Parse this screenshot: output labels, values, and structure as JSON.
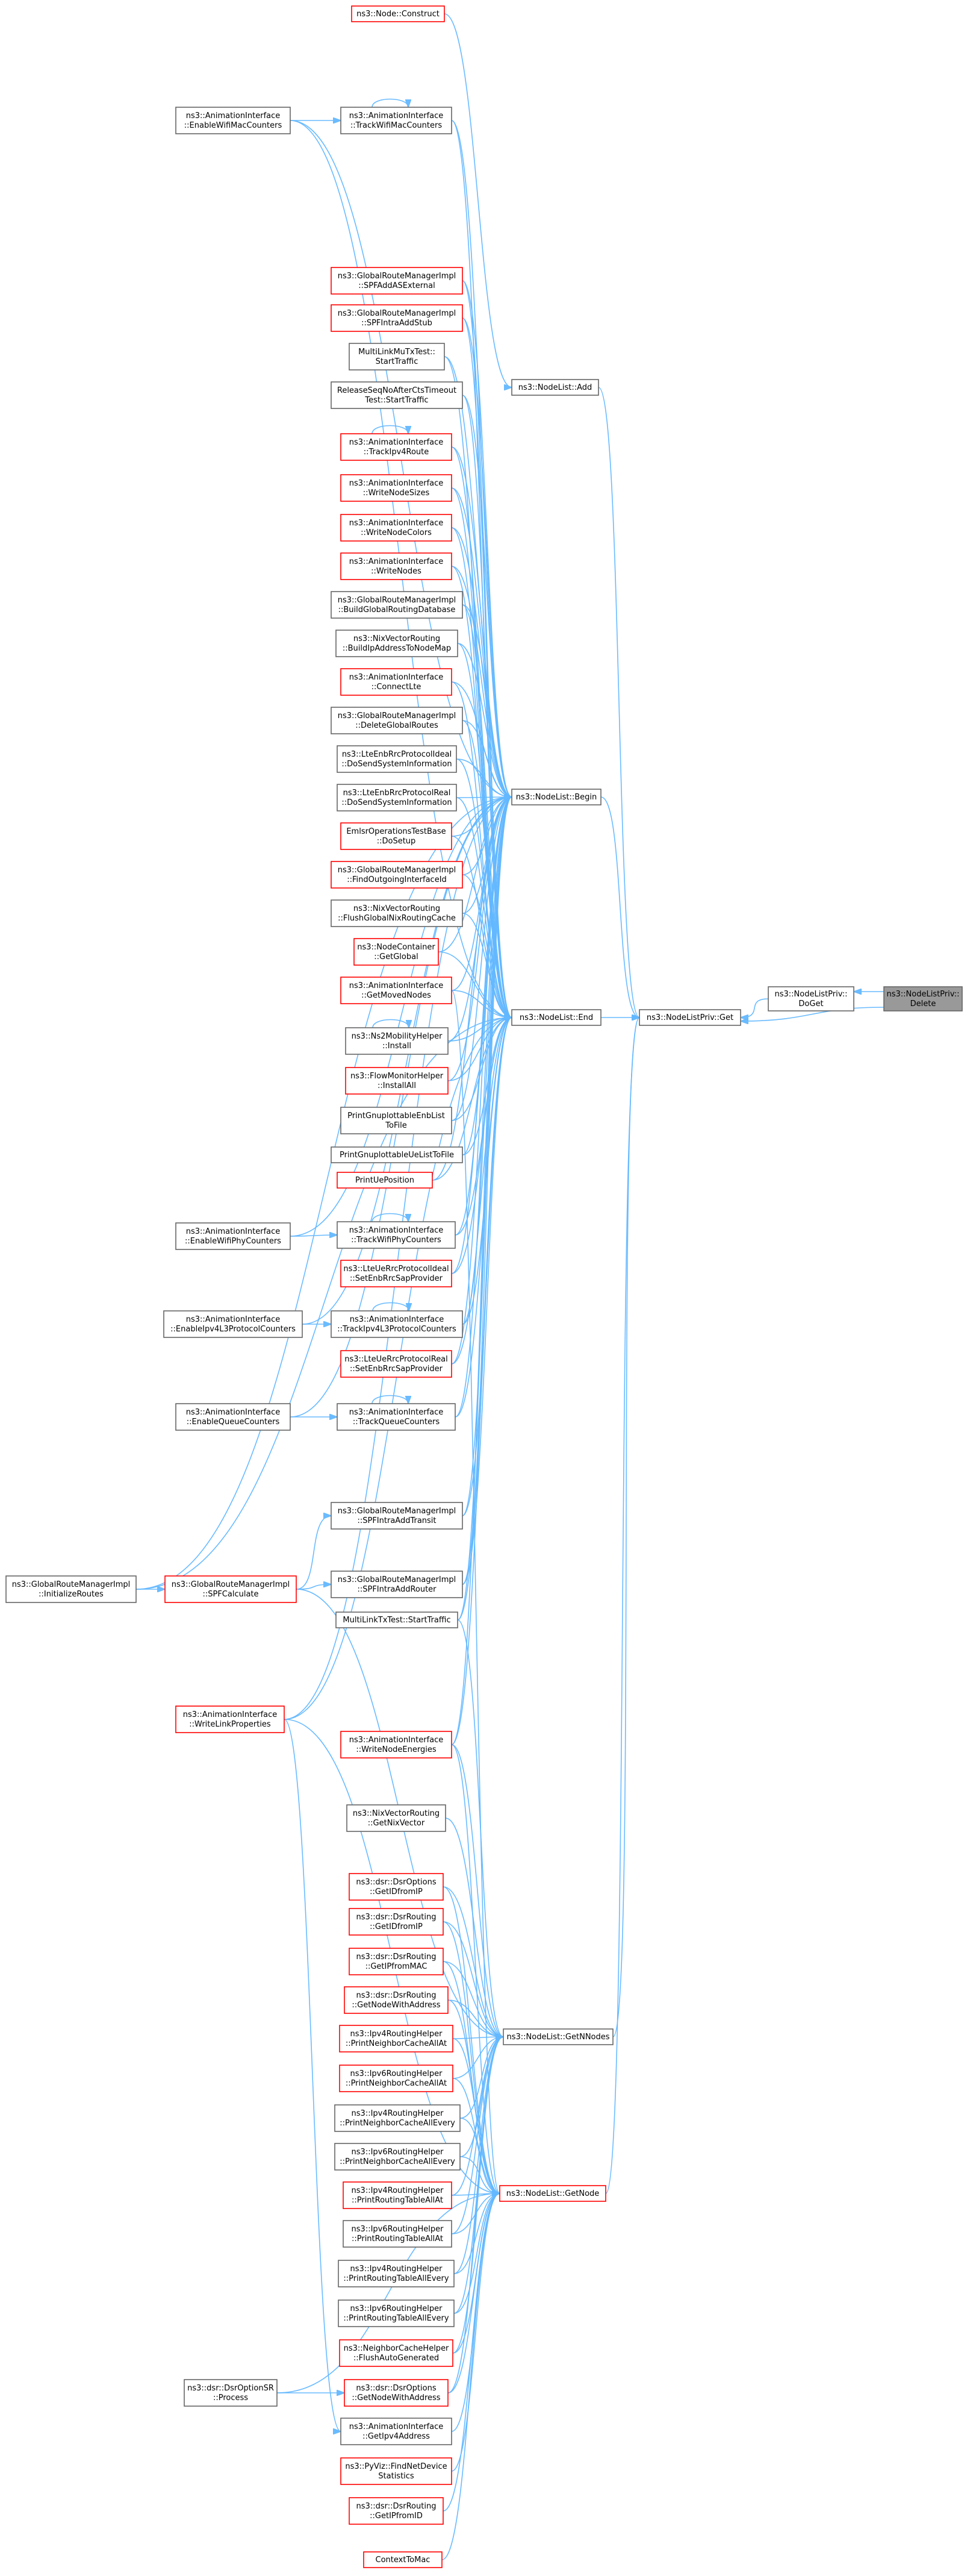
{
  "colors": {
    "edge": "#63b8ff",
    "border_gray": "#666666",
    "border_red": "#ff0000",
    "fill_gray": "#999999",
    "fill_white": "#ffffff"
  },
  "nodes": [
    {
      "id": "n_construct",
      "lines": [
        "ns3::Node::Construct"
      ],
      "style": "red"
    },
    {
      "id": "n_enableWifiMac",
      "lines": [
        "ns3::AnimationInterface",
        "::EnableWifiMacCounters"
      ],
      "style": "gray"
    },
    {
      "id": "n_trackWifiMac",
      "lines": [
        "ns3::AnimationInterface",
        "::TrackWifiMacCounters"
      ],
      "style": "gray"
    },
    {
      "id": "n_spfAddAS",
      "lines": [
        "ns3::GlobalRouteManagerImpl",
        "::SPFAddASExternal"
      ],
      "style": "red"
    },
    {
      "id": "n_spfIntraStub",
      "lines": [
        "ns3::GlobalRouteManagerImpl",
        "::SPFIntraAddStub"
      ],
      "style": "red"
    },
    {
      "id": "n_multiLinkMuTx",
      "lines": [
        "MultiLinkMuTxTest::",
        "StartTraffic"
      ],
      "style": "gray"
    },
    {
      "id": "n_add",
      "lines": [
        "ns3::NodeList::Add"
      ],
      "style": "gray"
    },
    {
      "id": "n_releaseSeq",
      "lines": [
        "ReleaseSeqNoAfterCtsTimeout",
        "Test::StartTraffic"
      ],
      "style": "gray"
    },
    {
      "id": "n_trackIpv4Route",
      "lines": [
        "ns3::AnimationInterface",
        "::TrackIpv4Route"
      ],
      "style": "red"
    },
    {
      "id": "n_writeNodeSizes",
      "lines": [
        "ns3::AnimationInterface",
        "::WriteNodeSizes"
      ],
      "style": "red"
    },
    {
      "id": "n_writeNodeColors",
      "lines": [
        "ns3::AnimationInterface",
        "::WriteNodeColors"
      ],
      "style": "red"
    },
    {
      "id": "n_writeNodes",
      "lines": [
        "ns3::AnimationInterface",
        "::WriteNodes"
      ],
      "style": "red"
    },
    {
      "id": "n_buildGlobal",
      "lines": [
        "ns3::GlobalRouteManagerImpl",
        "::BuildGlobalRoutingDatabase"
      ],
      "style": "gray"
    },
    {
      "id": "n_buildIpAddr",
      "lines": [
        "ns3::NixVectorRouting",
        "::BuildIpAddressToNodeMap"
      ],
      "style": "gray"
    },
    {
      "id": "n_connectLte",
      "lines": [
        "ns3::AnimationInterface",
        "::ConnectLte"
      ],
      "style": "red"
    },
    {
      "id": "n_deleteGlobal",
      "lines": [
        "ns3::GlobalRouteManagerImpl",
        "::DeleteGlobalRoutes"
      ],
      "style": "gray"
    },
    {
      "id": "n_lteIdeal",
      "lines": [
        "ns3::LteEnbRrcProtocolIdeal",
        "::DoSendSystemInformation"
      ],
      "style": "gray"
    },
    {
      "id": "n_begin",
      "lines": [
        "ns3::NodeList::Begin"
      ],
      "style": "gray"
    },
    {
      "id": "n_lteReal",
      "lines": [
        "ns3::LteEnbRrcProtocolReal",
        "::DoSendSystemInformation"
      ],
      "style": "gray"
    },
    {
      "id": "n_emlsr",
      "lines": [
        "EmlsrOperationsTestBase",
        "::DoSetup"
      ],
      "style": "red"
    },
    {
      "id": "n_findOutgoing",
      "lines": [
        "ns3::GlobalRouteManagerImpl",
        "::FindOutgoingInterfaceId"
      ],
      "style": "red"
    },
    {
      "id": "n_flushGlobalNix",
      "lines": [
        "ns3::NixVectorRouting",
        "::FlushGlobalNixRoutingCache"
      ],
      "style": "gray"
    },
    {
      "id": "n_getGlobal",
      "lines": [
        "ns3::NodeContainer",
        "::GetGlobal"
      ],
      "style": "red"
    },
    {
      "id": "n_dodel",
      "lines": [
        "ns3::NodeListPriv::",
        "Delete"
      ],
      "style": "dark"
    },
    {
      "id": "n_doget",
      "lines": [
        "ns3::NodeListPriv::",
        "DoGet"
      ],
      "style": "gray"
    },
    {
      "id": "n_getMoved",
      "lines": [
        "ns3::AnimationInterface",
        "::GetMovedNodes"
      ],
      "style": "red"
    },
    {
      "id": "n_end",
      "lines": [
        "ns3::NodeList::End"
      ],
      "style": "gray"
    },
    {
      "id": "n_get",
      "lines": [
        "ns3::NodeListPriv::Get"
      ],
      "style": "gray"
    },
    {
      "id": "n_ns2install",
      "lines": [
        "ns3::Ns2MobilityHelper",
        "::Install"
      ],
      "style": "gray"
    },
    {
      "id": "n_flowInstallAll",
      "lines": [
        "ns3::FlowMonitorHelper",
        "::InstallAll"
      ],
      "style": "red"
    },
    {
      "id": "n_printGnuEnb",
      "lines": [
        "PrintGnuplottableEnbList",
        "ToFile"
      ],
      "style": "gray"
    },
    {
      "id": "n_printGnuUe",
      "lines": [
        "PrintGnuplottableUeListToFile"
      ],
      "style": "gray"
    },
    {
      "id": "n_printUePos",
      "lines": [
        "PrintUePosition"
      ],
      "style": "red"
    },
    {
      "id": "n_enableWifiPhy",
      "lines": [
        "ns3::AnimationInterface",
        "::EnableWifiPhyCounters"
      ],
      "style": "gray"
    },
    {
      "id": "n_trackWifiPhy",
      "lines": [
        "ns3::AnimationInterface",
        "::TrackWifiPhyCounters"
      ],
      "style": "gray"
    },
    {
      "id": "n_lteIdealSet",
      "lines": [
        "ns3::LteUeRrcProtocolIdeal",
        "::SetEnbRrcSapProvider"
      ],
      "style": "red"
    },
    {
      "id": "n_enableIpv4L3",
      "lines": [
        "ns3::AnimationInterface",
        "::EnableIpv4L3ProtocolCounters"
      ],
      "style": "gray"
    },
    {
      "id": "n_trackIpv4L3",
      "lines": [
        "ns3::AnimationInterface",
        "::TrackIpv4L3ProtocolCounters"
      ],
      "style": "gray"
    },
    {
      "id": "n_lteRealSet",
      "lines": [
        "ns3::LteUeRrcProtocolReal",
        "::SetEnbRrcSapProvider"
      ],
      "style": "red"
    },
    {
      "id": "n_enableQueue",
      "lines": [
        "ns3::AnimationInterface",
        "::EnableQueueCounters"
      ],
      "style": "gray"
    },
    {
      "id": "n_trackQueue",
      "lines": [
        "ns3::AnimationInterface",
        "::TrackQueueCounters"
      ],
      "style": "gray"
    },
    {
      "id": "n_spfIntraTransit",
      "lines": [
        "ns3::GlobalRouteManagerImpl",
        "::SPFIntraAddTransit"
      ],
      "style": "gray"
    },
    {
      "id": "n_initRoutes",
      "lines": [
        "ns3::GlobalRouteManagerImpl",
        "::InitializeRoutes"
      ],
      "style": "gray"
    },
    {
      "id": "n_spfCalc",
      "lines": [
        "ns3::GlobalRouteManagerImpl",
        "::SPFCalculate"
      ],
      "style": "red"
    },
    {
      "id": "n_spfIntraRouter",
      "lines": [
        "ns3::GlobalRouteManagerImpl",
        "::SPFIntraAddRouter"
      ],
      "style": "gray"
    },
    {
      "id": "n_multiLinkTx",
      "lines": [
        "MultiLinkTxTest::StartTraffic"
      ],
      "style": "gray"
    },
    {
      "id": "n_writeLink",
      "lines": [
        "ns3::AnimationInterface",
        "::WriteLinkProperties"
      ],
      "style": "red"
    },
    {
      "id": "n_writeEnergies",
      "lines": [
        "ns3::AnimationInterface",
        "::WriteNodeEnergies"
      ],
      "style": "red"
    },
    {
      "id": "n_getNixVec",
      "lines": [
        "ns3::NixVectorRouting",
        "::GetNixVector"
      ],
      "style": "gray"
    },
    {
      "id": "n_dsrOptIdIp",
      "lines": [
        "ns3::dsr::DsrOptions",
        "::GetIDfromIP"
      ],
      "style": "red"
    },
    {
      "id": "n_dsrRoutIdIp",
      "lines": [
        "ns3::dsr::DsrRouting",
        "::GetIDfromIP"
      ],
      "style": "red"
    },
    {
      "id": "n_dsrRoutMac",
      "lines": [
        "ns3::dsr::DsrRouting",
        "::GetIPfromMAC"
      ],
      "style": "red"
    },
    {
      "id": "n_dsrRoutNodeAddr",
      "lines": [
        "ns3::dsr::DsrRouting",
        "::GetNodeWithAddress"
      ],
      "style": "red"
    },
    {
      "id": "n_ipv4NbAllAt",
      "lines": [
        "ns3::Ipv4RoutingHelper",
        "::PrintNeighborCacheAllAt"
      ],
      "style": "red"
    },
    {
      "id": "n_getNNodes",
      "lines": [
        "ns3::NodeList::GetNNodes"
      ],
      "style": "gray"
    },
    {
      "id": "n_ipv6NbAllAt",
      "lines": [
        "ns3::Ipv6RoutingHelper",
        "::PrintNeighborCacheAllAt"
      ],
      "style": "red"
    },
    {
      "id": "n_ipv4NbAllEvery",
      "lines": [
        "ns3::Ipv4RoutingHelper",
        "::PrintNeighborCacheAllEvery"
      ],
      "style": "gray"
    },
    {
      "id": "n_ipv6NbAllEvery",
      "lines": [
        "ns3::Ipv6RoutingHelper",
        "::PrintNeighborCacheAllEvery"
      ],
      "style": "gray"
    },
    {
      "id": "n_ipv4RtAllAt",
      "lines": [
        "ns3::Ipv4RoutingHelper",
        "::PrintRoutingTableAllAt"
      ],
      "style": "red"
    },
    {
      "id": "n_getNode",
      "lines": [
        "ns3::NodeList::GetNode"
      ],
      "style": "red"
    },
    {
      "id": "n_ipv6RtAllAt",
      "lines": [
        "ns3::Ipv6RoutingHelper",
        "::PrintRoutingTableAllAt"
      ],
      "style": "gray"
    },
    {
      "id": "n_ipv4RtAllEvery",
      "lines": [
        "ns3::Ipv4RoutingHelper",
        "::PrintRoutingTableAllEvery"
      ],
      "style": "gray"
    },
    {
      "id": "n_ipv6RtAllEvery",
      "lines": [
        "ns3::Ipv6RoutingHelper",
        "::PrintRoutingTableAllEvery"
      ],
      "style": "gray"
    },
    {
      "id": "n_ncFlushAuto",
      "lines": [
        "ns3::NeighborCacheHelper",
        "::FlushAutoGenerated"
      ],
      "style": "red"
    },
    {
      "id": "n_dsrOptSR",
      "lines": [
        "ns3::dsr::DsrOptionSR",
        "::Process"
      ],
      "style": "gray"
    },
    {
      "id": "n_dsrOptNodeAddr",
      "lines": [
        "ns3::dsr::DsrOptions",
        "::GetNodeWithAddress"
      ],
      "style": "red"
    },
    {
      "id": "n_getIpv4Addr",
      "lines": [
        "ns3::AnimationInterface",
        "::GetIpv4Address"
      ],
      "style": "gray"
    },
    {
      "id": "n_pyvizFind",
      "lines": [
        "ns3::PyViz::FindNetDevice",
        "Statistics"
      ],
      "style": "red"
    },
    {
      "id": "n_dsrRoutIpId",
      "lines": [
        "ns3::dsr::DsrRouting",
        "::GetIPfromID"
      ],
      "style": "red"
    },
    {
      "id": "n_contextToMac",
      "lines": [
        "ContextToMac"
      ],
      "style": "red"
    }
  ]
}
